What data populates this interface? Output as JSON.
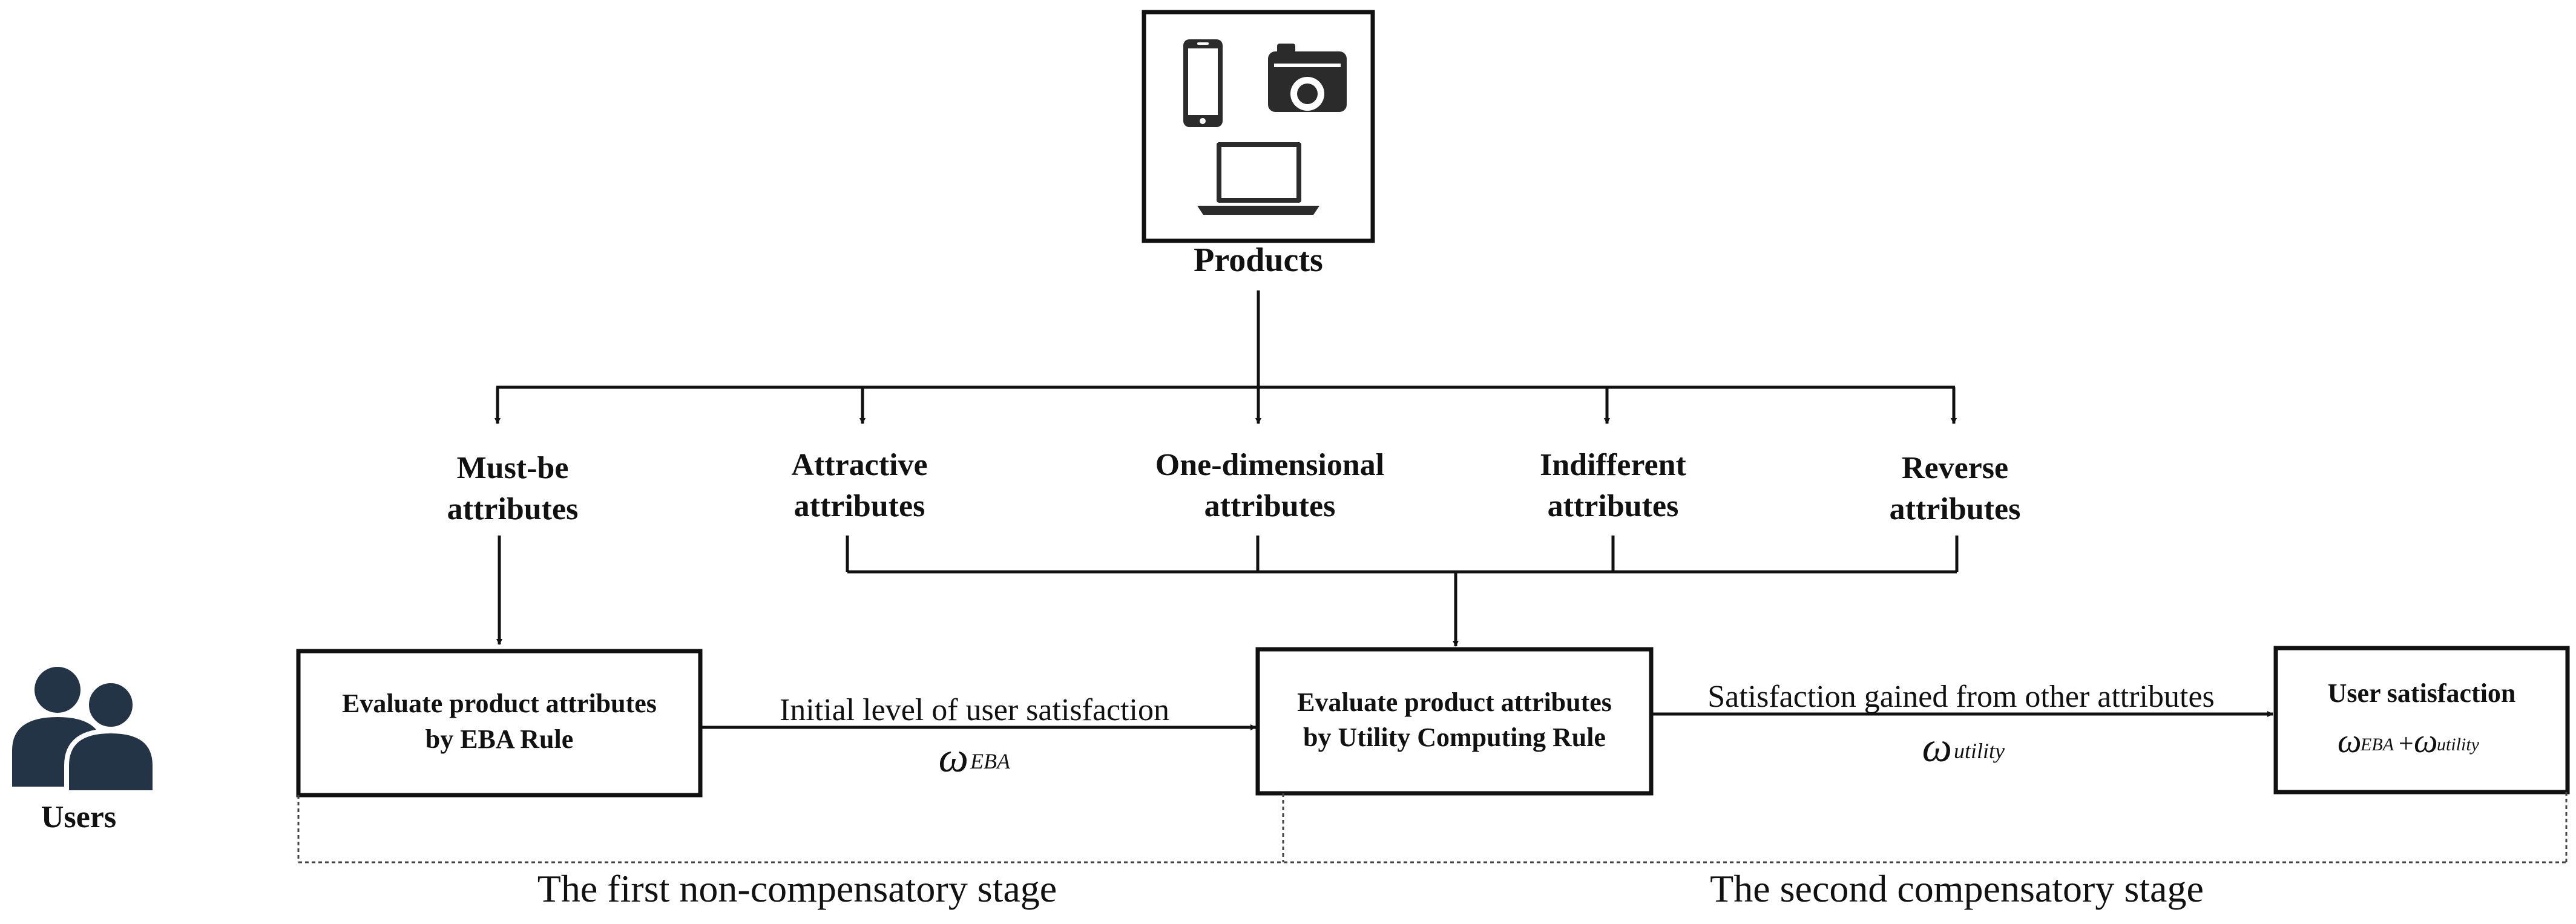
{
  "products": {
    "label": "Products",
    "icons": [
      "smartphone-icon",
      "camera-icon",
      "laptop-icon"
    ]
  },
  "attributes": [
    {
      "line1": "Must-be",
      "line2": "attributes"
    },
    {
      "line1": "Attractive",
      "line2": "attributes"
    },
    {
      "line1": "One-dimensional",
      "line2": "attributes"
    },
    {
      "line1": "Indifferent",
      "line2": "attributes"
    },
    {
      "line1": "Reverse",
      "line2": "attributes"
    }
  ],
  "users": {
    "label": "Users",
    "icon": "users-icon",
    "color": "#243447"
  },
  "boxes": {
    "eba": {
      "line1": "Evaluate product attributes",
      "line2": "by EBA Rule"
    },
    "utility": {
      "line1": "Evaluate product attributes",
      "line2": "by  Utility Computing Rule"
    },
    "satisfaction": {
      "title": "User satisfaction"
    }
  },
  "arrows": {
    "initial": {
      "label": "Initial level of user satisfaction",
      "symbol": "ω",
      "subscript": "EBA"
    },
    "gained": {
      "label": "Satisfaction gained from other attributes",
      "symbol": "ω",
      "subscript": "utility"
    }
  },
  "formula": {
    "symbol": "ω",
    "sub1": "EBA",
    "plus": "+",
    "sub2": "utility"
  },
  "stages": {
    "first": "The first non-compensatory stage",
    "second": "The second compensatory stage"
  }
}
